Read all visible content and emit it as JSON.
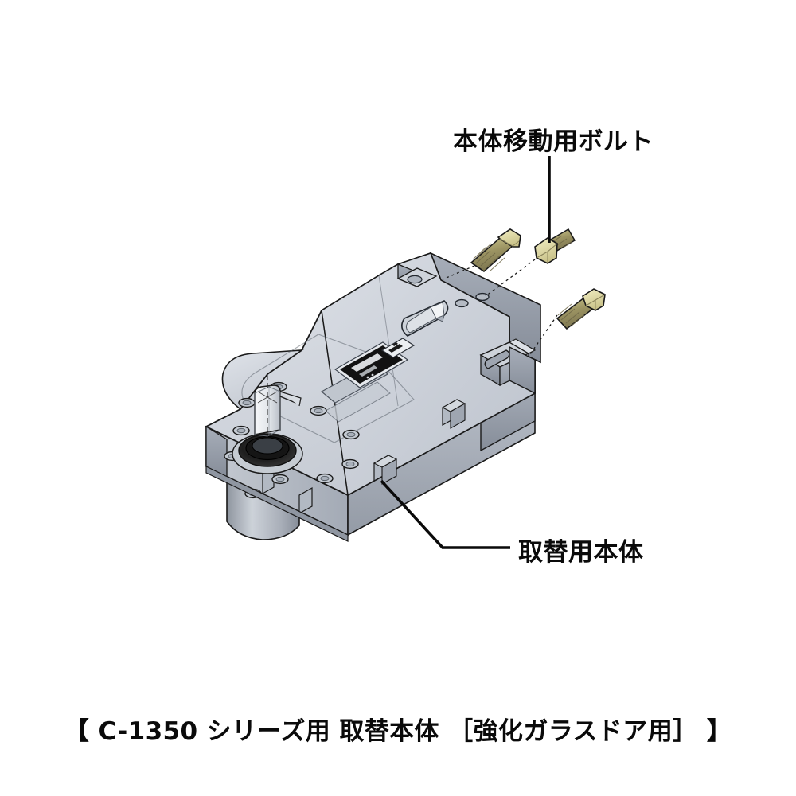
{
  "document": {
    "type": "technical-product-illustration",
    "subject": "floor hinge replacement body with mounting bolts",
    "background_color": "#ffffff"
  },
  "annotations": {
    "bolt_label": "本体移動用ボルト",
    "body_label": "取替用本体"
  },
  "caption": {
    "text": "【 C-1350 シリーズ用 取替本体 ［強化ガラスドア用］ 】",
    "product_series": "C-1350",
    "color": "#0a0a0a"
  },
  "illustration": {
    "parts": [
      {
        "name": "replacement-body",
        "label": "取替用本体",
        "count": 1
      },
      {
        "name": "body-moving-bolt",
        "label": "本体移動用ボルト",
        "count": 3
      }
    ],
    "colors": {
      "body_top": "#c9ced6",
      "body_top_light": "#dfe3e9",
      "body_side": "#aab0ba",
      "body_side_dark": "#8f96a1",
      "body_front": "#b9bfc8",
      "outline": "#1a1a1a",
      "bolt_shank": "#9a9262",
      "bolt_head": "#e8e5b8",
      "bolt_head_shade": "#c6c089",
      "nameplate": "#111111",
      "seal_ring": "#2b2b2b",
      "spindle": "#eef1f4"
    },
    "leader_lines": [
      {
        "name": "bolt-leader",
        "style": "solid-vertical"
      },
      {
        "name": "body-leader",
        "style": "solid-elbow"
      },
      {
        "name": "bolt-assembly-guides",
        "style": "dotted"
      }
    ]
  }
}
